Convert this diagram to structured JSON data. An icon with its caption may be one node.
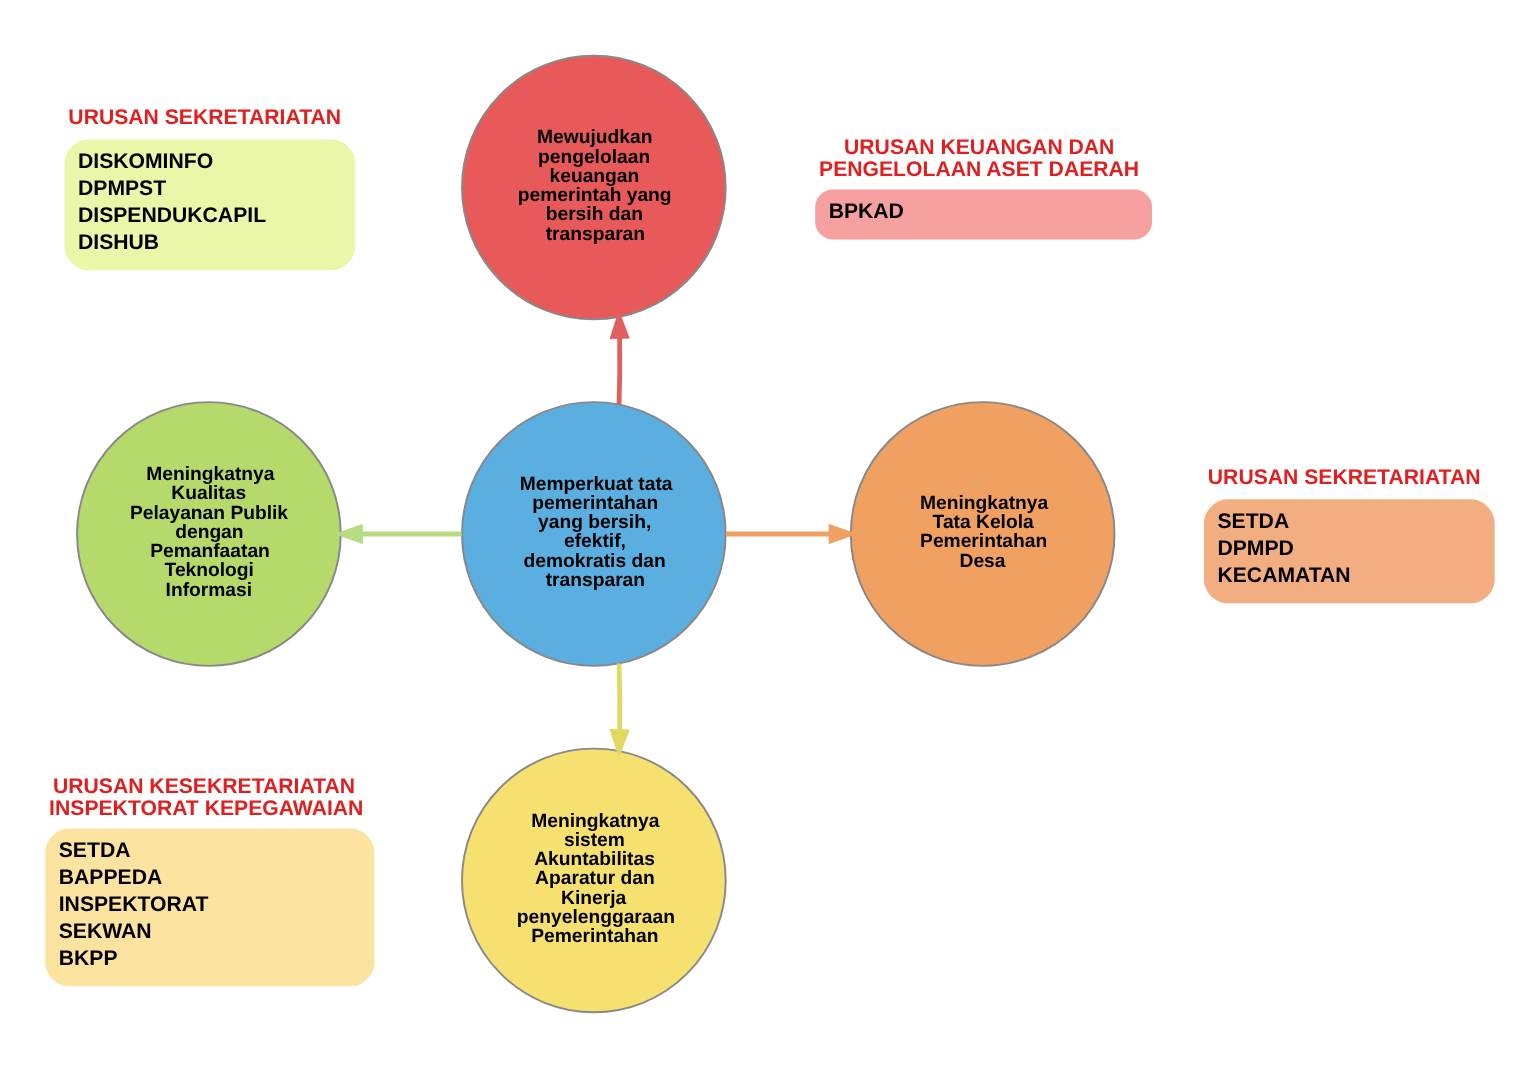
{
  "diagram": {
    "nodes": [
      {
        "text": [
          "Mewujudkan pengelolaan keuangan pemerintah yang bersih dan transparan"
        ]
      },
      {
        "text": [
          "URUSAN KEUANGAN DAN PENGELOLAAN ASET DAERAH",
          "BPKAD"
        ]
      },
      {
        "text": [
          "URUSAN SEKRETARIATAN",
          "DISKOMINFO",
          "DPMPST",
          "DISPENDUKCAPIL",
          "DISHUB"
        ]
      },
      {
        "text": [
          "Memperkuat tata pemerintahan yang bersih, efektif, demokratis dan transparan"
        ]
      },
      {
        "text": [
          "Meningkatnya Kualitas Pelayanan Publik dengan Pemanfaatan Teknologi Informasi"
        ]
      },
      {
        "text": [
          "Meningkatnya Tata Kelola Pemerintahan Desa"
        ]
      },
      {
        "text": [
          "URUSAN KESEKRETARIATAN INSPEKTORAT KEPEGAWAIAN",
          "SETDA",
          "BAPPEDA",
          "INSPEKTORAT",
          "SEKWAN",
          "BKPP"
        ]
      },
      {
        "text": [
          "URUSAN SEKRETARIATAN",
          "SETDA",
          "DPMPD",
          "KECAMATAN"
        ]
      },
      {
        "text": [
          "Meningkatnya sistem Akuntabilitas Aparatur dan Kinerja penyelenggaraan Pemerintahan"
        ]
      }
    ],
    "edges": [
      {
        "from": 3,
        "to": 0,
        "arrow": "to",
        "color": "#e06060"
      },
      {
        "from": 3,
        "to": 4,
        "arrow": "to",
        "color": "#b8dc80"
      },
      {
        "from": 3,
        "to": 5,
        "arrow": "to",
        "color": "#f0a060"
      },
      {
        "from": 3,
        "to": 8,
        "arrow": "to",
        "color": "#e0d860"
      }
    ]
  }
}
